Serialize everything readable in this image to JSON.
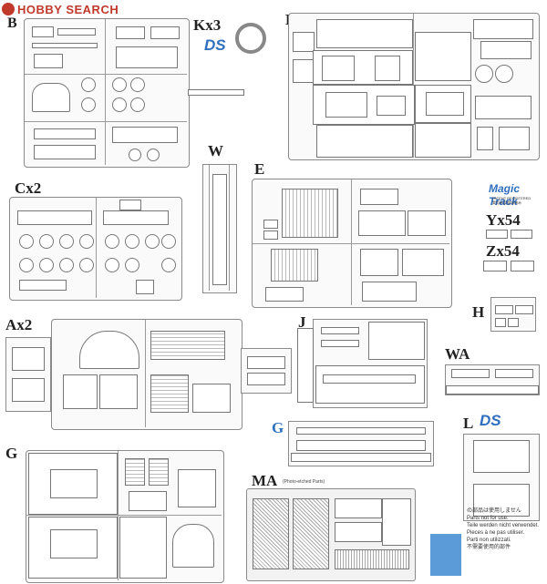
{
  "watermark": {
    "site": "HOBBY SEARCH"
  },
  "sprues": {
    "B": {
      "label": "B"
    },
    "K": {
      "label": "Kx3",
      "badge": "DS"
    },
    "D": {
      "label": "D"
    },
    "W": {
      "label": "W"
    },
    "C": {
      "label": "Cx2"
    },
    "E": {
      "label": "E"
    },
    "Y": {
      "label": "Yx54"
    },
    "Z": {
      "label": "Zx54"
    },
    "H": {
      "label": "H"
    },
    "A": {
      "label": "Ax2"
    },
    "J": {
      "label": "J"
    },
    "WA": {
      "label": "WA"
    },
    "Gsmall": {
      "label": "G"
    },
    "L": {
      "label": "L",
      "badge": "DS"
    },
    "G": {
      "label": "G"
    },
    "MA": {
      "label": "MA",
      "note": "(Photo-etched Parts)"
    }
  },
  "magic_track": {
    "logo": "Magic Track",
    "sub1": "PATENT REGISTERED",
    "sub2": "実用新案登録済み"
  },
  "legend": {
    "lines": [
      "の部品は使用しません",
      "Parts not for use.",
      "Teile werden nicht verwendet.",
      "Pieces à ne pas utiliser.",
      "Parti non utilizzati.",
      "不需要使用的部件"
    ],
    "swatch_color": "#5b9bd8"
  },
  "colors": {
    "unused": "#5b9bd8"
  }
}
